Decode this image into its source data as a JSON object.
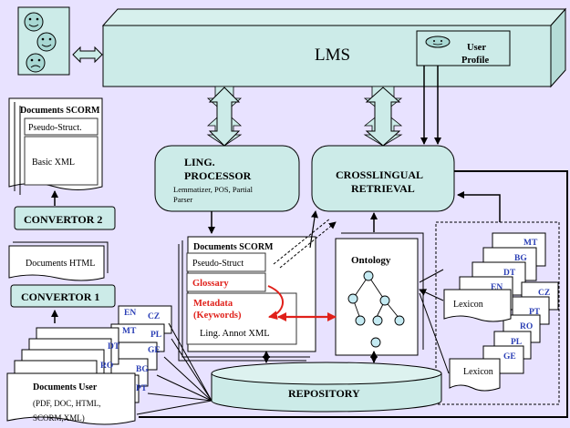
{
  "lms": {
    "label": "LMS",
    "user_profile_line1": "User",
    "user_profile_line2": "Profile"
  },
  "doc_scorm_top": {
    "title": "Documents SCORM",
    "pseudo": "Pseudo-Struct.",
    "basic": "Basic XML"
  },
  "convertor2": {
    "label": "CONVERTOR 2"
  },
  "documents_html": {
    "label": "Documents HTML"
  },
  "convertor1": {
    "label": "CONVERTOR 1"
  },
  "ling_processor": {
    "line1": "LING.",
    "line2": "PROCESSOR",
    "sub1": "Lemmatizer, POS, Partial",
    "sub2": "Parser"
  },
  "crosslingual": {
    "line1": "CROSSLINGUAL",
    "line2": "RETRIEVAL"
  },
  "doc_scorm_mid": {
    "title": "Documents SCORM",
    "pseudo": "Pseudo-Struct",
    "glossary": "Glossary",
    "metadata1": "Metadata",
    "metadata2": "(Keywords)",
    "ling_annot": "Ling. Annot XML"
  },
  "ontology": {
    "label": "Ontology"
  },
  "lexicon": {
    "label": "Lexicon",
    "front_label": "Lexicon",
    "back_langs": [
      "MT",
      "BG",
      "DT",
      "EN",
      "CZ",
      "PT",
      "RO",
      "PL",
      "GE"
    ]
  },
  "repository": {
    "label": "REPOSITORY"
  },
  "documents_user": {
    "title": "Documents User",
    "line1": "(PDF, DOC, HTML,",
    "line2": "SCORM,XML)"
  },
  "user_doc_langs": [
    "EN",
    "CZ",
    "MT",
    "PL",
    "DT",
    "GE",
    "RO",
    "BG",
    "PT"
  ],
  "colors": {
    "background": "#e8e2ff",
    "teal": "#ccebe8",
    "red": "#e0201a",
    "blue_label": "#2b3fb5"
  }
}
